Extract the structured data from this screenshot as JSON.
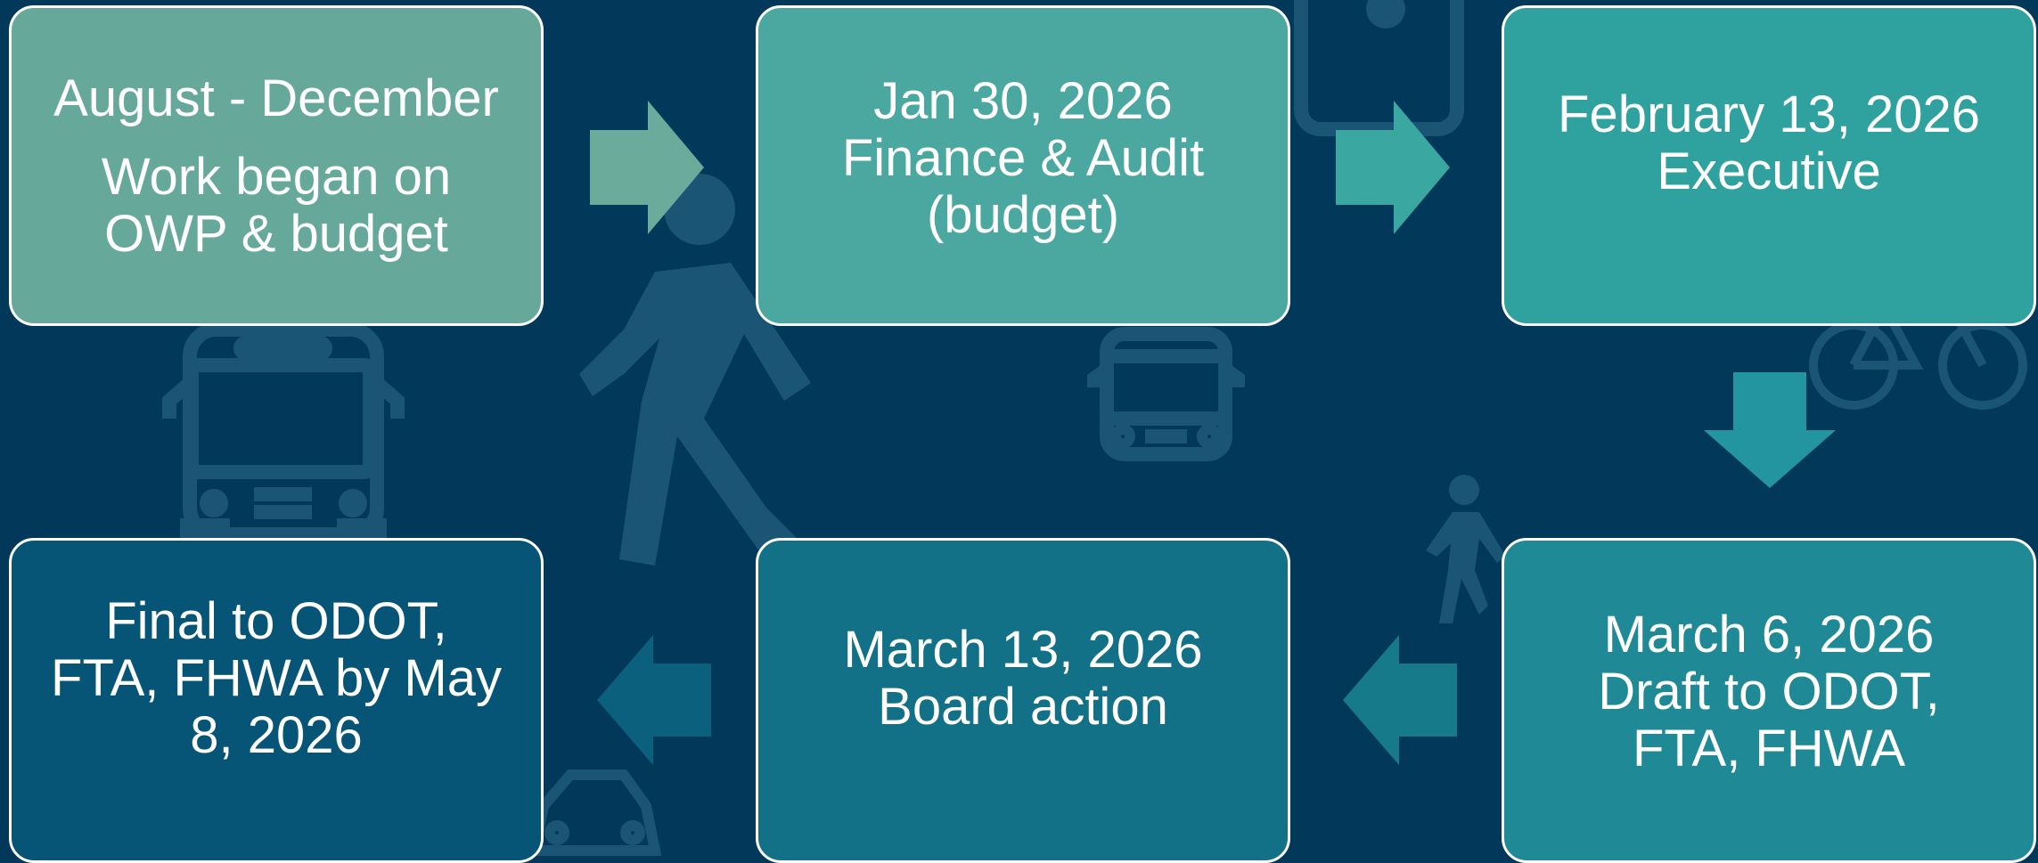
{
  "colors": {
    "background": "#02385a",
    "step1": "#66a89a",
    "step2": "#4aa8a0",
    "step3": "#2fa19f",
    "step4": "#1f8a96",
    "step5": "#127186",
    "step6": "#065577",
    "box_border": "#ffffff",
    "watermark": "#1a5575"
  },
  "icons": [
    "pedestrian-icon",
    "bus-icon",
    "bicycle-icon",
    "car-icon"
  ],
  "steps": [
    {
      "lines": [
        "August - December",
        "Work began on",
        "OWP & budget"
      ]
    },
    {
      "lines": [
        "Jan 30, 2026",
        "Finance & Audit",
        "(budget)"
      ]
    },
    {
      "lines": [
        "February 13, 2026",
        "Executive"
      ]
    },
    {
      "lines": [
        "March 6, 2026",
        "Draft to ODOT,",
        "FTA, FHWA"
      ]
    },
    {
      "lines": [
        "March 13, 2026",
        "Board action"
      ]
    },
    {
      "lines": [
        "Final to ODOT,",
        "FTA, FHWA by May",
        "8, 2026"
      ]
    }
  ]
}
